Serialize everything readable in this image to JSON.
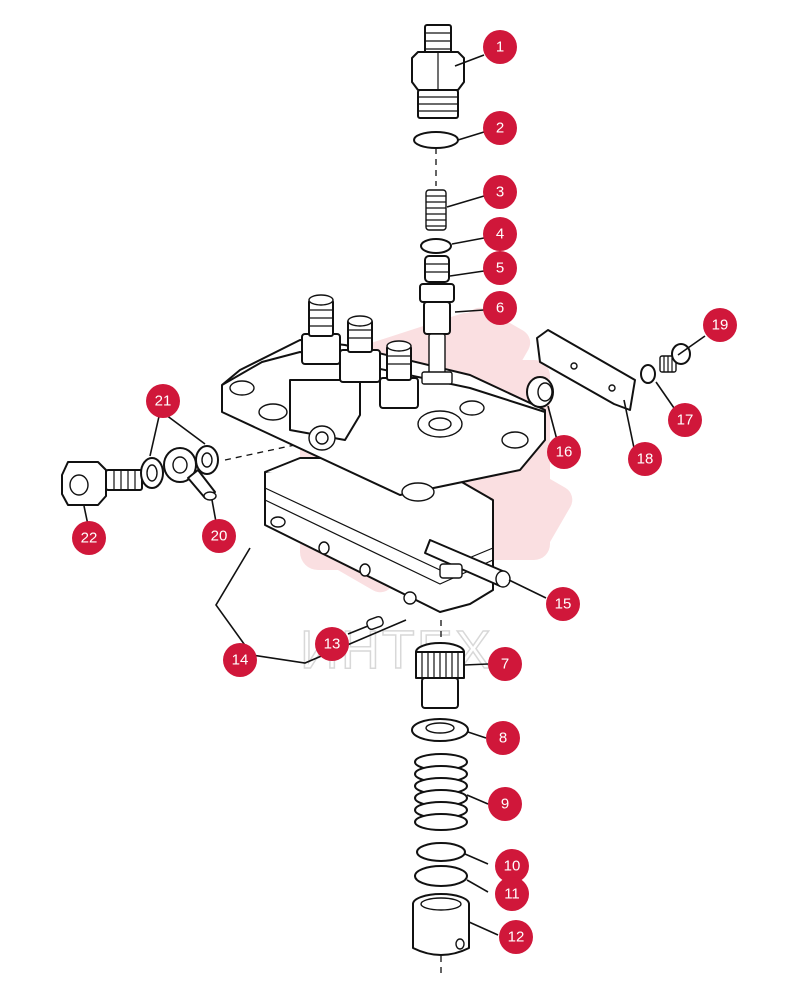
{
  "colors": {
    "badge": "#D0173A",
    "badge_text": "#FFFFFF",
    "line": "#111111",
    "watermark_logo": "#F6C5C9",
    "watermark_text": "#D8D8D8"
  },
  "watermark": {
    "icon": "gear-logo",
    "text": "ИНТЕХ"
  },
  "callouts": [
    {
      "label": "1"
    },
    {
      "label": "2"
    },
    {
      "label": "3"
    },
    {
      "label": "4"
    },
    {
      "label": "5"
    },
    {
      "label": "6"
    },
    {
      "label": "19"
    },
    {
      "label": "17"
    },
    {
      "label": "18"
    },
    {
      "label": "16"
    },
    {
      "label": "21"
    },
    {
      "label": "22"
    },
    {
      "label": "20"
    },
    {
      "label": "15"
    },
    {
      "label": "13"
    },
    {
      "label": "14"
    },
    {
      "label": "7"
    },
    {
      "label": "8"
    },
    {
      "label": "9"
    },
    {
      "label": "10"
    },
    {
      "label": "11"
    },
    {
      "label": "12"
    }
  ]
}
